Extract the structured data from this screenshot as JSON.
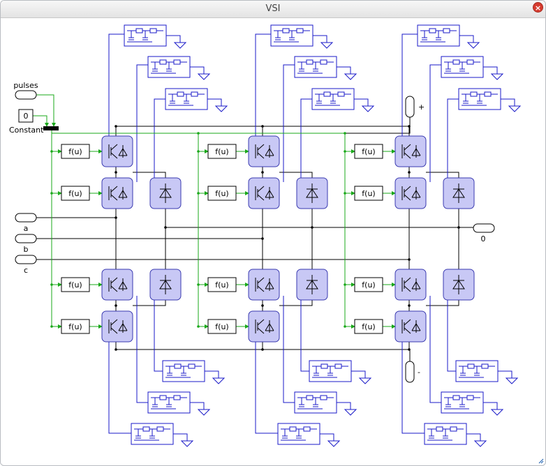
{
  "window": {
    "title": "VSI",
    "close_icon": "close-icon",
    "resize_icon": "resize-grip-icon"
  },
  "inputs": {
    "pulses": "pulses",
    "a": "a",
    "b": "b",
    "c": "c"
  },
  "constant": {
    "value": "0",
    "label": "Constant"
  },
  "outputs": {
    "plus": "+",
    "minus": "-",
    "zero": "0"
  },
  "fcn_label": "f(u)",
  "colors": {
    "wire_signal": "#1aa81a",
    "wire_power": "#000000",
    "block_fill": "#c8c8f5",
    "block_stroke": "#3a3ab0",
    "snubber": "#1a1ac8"
  }
}
